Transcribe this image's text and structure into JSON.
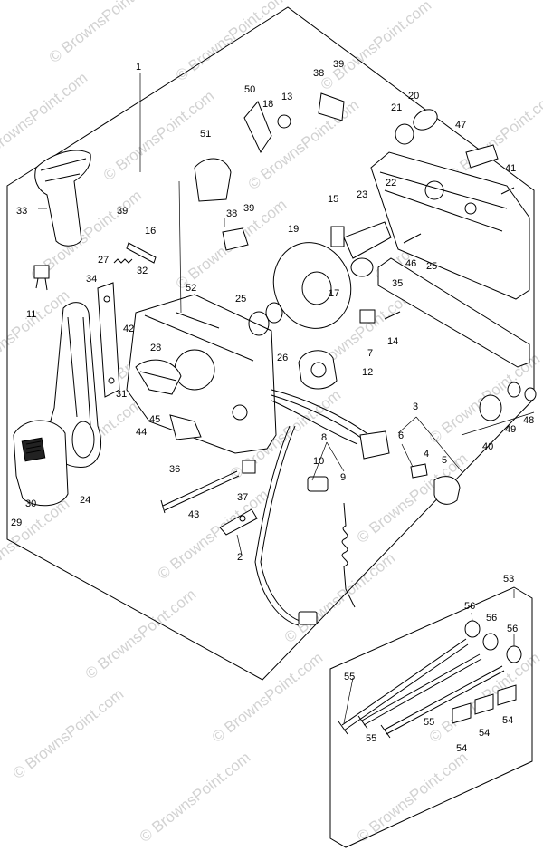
{
  "watermark": "© BrownsPoint.com",
  "callouts": [
    "1",
    "2",
    "3",
    "4",
    "5",
    "6",
    "7",
    "8",
    "9",
    "10",
    "11",
    "12",
    "13",
    "14",
    "15",
    "16",
    "17",
    "18",
    "19",
    "20",
    "21",
    "22",
    "23",
    "24",
    "25",
    "25",
    "26",
    "27",
    "28",
    "29",
    "30",
    "31",
    "32",
    "33",
    "34",
    "35",
    "36",
    "37",
    "38",
    "38",
    "39",
    "39",
    "39",
    "40",
    "41",
    "42",
    "43",
    "44",
    "45",
    "46",
    "47",
    "48",
    "49",
    "50",
    "51",
    "52",
    "53",
    "54",
    "54",
    "54",
    "55",
    "55",
    "55",
    "56",
    "56",
    "56"
  ]
}
